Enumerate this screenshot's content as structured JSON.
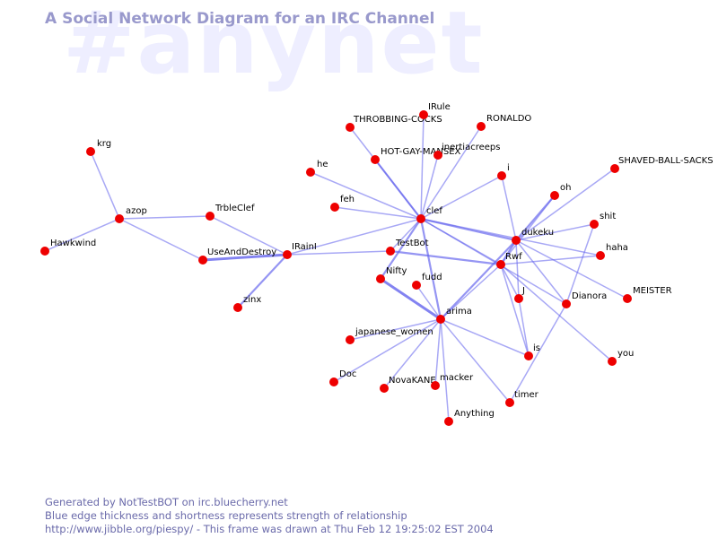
{
  "title": "A Social Network Diagram for an IRC Channel",
  "channel": "#anynet",
  "footer": {
    "line1": "Generated by NotTestBOT on irc.bluecherry.net",
    "line2": "Blue edge thickness and shortness represents strength of relationship",
    "line3": "http://www.jibble.org/piespy/ - This frame was drawn at Thu Feb 12 19:25:02 EST 2004"
  },
  "colors": {
    "node": "#ee0000",
    "edge": "#6666ee",
    "title": "#9999cc",
    "watermark": "#eeeeff",
    "footer": "#6a6aaa"
  },
  "nodes": [
    "krg",
    "azop",
    "Hawkwind",
    "TrbleClef",
    "UseAndDestroy",
    "IRainI",
    "zinx",
    "THROBBING-COCKS",
    "IRule",
    "RONALDO",
    "HOT-GAY-MANSEX",
    "inertiacreeps",
    "he",
    "feh",
    "clef",
    "i",
    "TestBot",
    "Nifty",
    "fudd",
    "arima",
    "dukeku",
    "Rwf",
    "oh",
    "SHAVED-BALL-SACKS",
    "shit",
    "haha",
    "J",
    "Dianora",
    "MEISTER",
    "japanese_women",
    "Doc",
    "NovaKANE",
    "macker",
    "timer",
    "Anything",
    "is",
    "you"
  ],
  "edges": [
    {
      "source": "krg",
      "target": "azop",
      "weight": 1
    },
    {
      "source": "azop",
      "target": "Hawkwind",
      "weight": 1
    },
    {
      "source": "azop",
      "target": "TrbleClef",
      "weight": 1
    },
    {
      "source": "azop",
      "target": "UseAndDestroy",
      "weight": 1
    },
    {
      "source": "TrbleClef",
      "target": "IRainI",
      "weight": 1
    },
    {
      "source": "UseAndDestroy",
      "target": "IRainI",
      "weight": 3
    },
    {
      "source": "IRainI",
      "target": "zinx",
      "weight": 2
    },
    {
      "source": "IRainI",
      "target": "TestBot",
      "weight": 1
    },
    {
      "source": "IRainI",
      "target": "clef",
      "weight": 1
    },
    {
      "source": "THROBBING-COCKS",
      "target": "clef",
      "weight": 1
    },
    {
      "source": "IRule",
      "target": "clef",
      "weight": 1
    },
    {
      "source": "RONALDO",
      "target": "clef",
      "weight": 1
    },
    {
      "source": "HOT-GAY-MANSEX",
      "target": "clef",
      "weight": 2
    },
    {
      "source": "inertiacreeps",
      "target": "clef",
      "weight": 1
    },
    {
      "source": "he",
      "target": "clef",
      "weight": 1
    },
    {
      "source": "feh",
      "target": "clef",
      "weight": 1
    },
    {
      "source": "i",
      "target": "clef",
      "weight": 1
    },
    {
      "source": "clef",
      "target": "dukeku",
      "weight": 2
    },
    {
      "source": "clef",
      "target": "Rwf",
      "weight": 1
    },
    {
      "source": "clef",
      "target": "TestBot",
      "weight": 1
    },
    {
      "source": "clef",
      "target": "Nifty",
      "weight": 2
    },
    {
      "source": "clef",
      "target": "arima",
      "weight": 2
    },
    {
      "source": "clef",
      "target": "haha",
      "weight": 1
    },
    {
      "source": "clef",
      "target": "Dianora",
      "weight": 1
    },
    {
      "source": "TestBot",
      "target": "Rwf",
      "weight": 2
    },
    {
      "source": "Nifty",
      "target": "arima",
      "weight": 3
    },
    {
      "source": "arima",
      "target": "dukeku",
      "weight": 2
    },
    {
      "source": "arima",
      "target": "Rwf",
      "weight": 1
    },
    {
      "source": "arima",
      "target": "japanese_women",
      "weight": 1
    },
    {
      "source": "arima",
      "target": "Doc",
      "weight": 1
    },
    {
      "source": "arima",
      "target": "NovaKANE",
      "weight": 1
    },
    {
      "source": "arima",
      "target": "macker",
      "weight": 1
    },
    {
      "source": "arima",
      "target": "timer",
      "weight": 1
    },
    {
      "source": "arima",
      "target": "Anything",
      "weight": 1
    },
    {
      "source": "arima",
      "target": "is",
      "weight": 1
    },
    {
      "source": "arima",
      "target": "fudd",
      "weight": 1
    },
    {
      "source": "dukeku",
      "target": "oh",
      "weight": 2
    },
    {
      "source": "dukeku",
      "target": "SHAVED-BALL-SACKS",
      "weight": 1
    },
    {
      "source": "dukeku",
      "target": "shit",
      "weight": 1
    },
    {
      "source": "dukeku",
      "target": "MEISTER",
      "weight": 1
    },
    {
      "source": "dukeku",
      "target": "Dianora",
      "weight": 1
    },
    {
      "source": "dukeku",
      "target": "J",
      "weight": 1
    },
    {
      "source": "dukeku",
      "target": "Rwf",
      "weight": 2
    },
    {
      "source": "dukeku",
      "target": "i",
      "weight": 1
    },
    {
      "source": "Rwf",
      "target": "oh",
      "weight": 1
    },
    {
      "source": "Rwf",
      "target": "haha",
      "weight": 1
    },
    {
      "source": "Rwf",
      "target": "J",
      "weight": 1
    },
    {
      "source": "Rwf",
      "target": "you",
      "weight": 1
    },
    {
      "source": "Rwf",
      "target": "is",
      "weight": 1
    },
    {
      "source": "Dianora",
      "target": "shit",
      "weight": 1
    },
    {
      "source": "Dianora",
      "target": "timer",
      "weight": 1
    },
    {
      "source": "J",
      "target": "is",
      "weight": 1
    }
  ]
}
